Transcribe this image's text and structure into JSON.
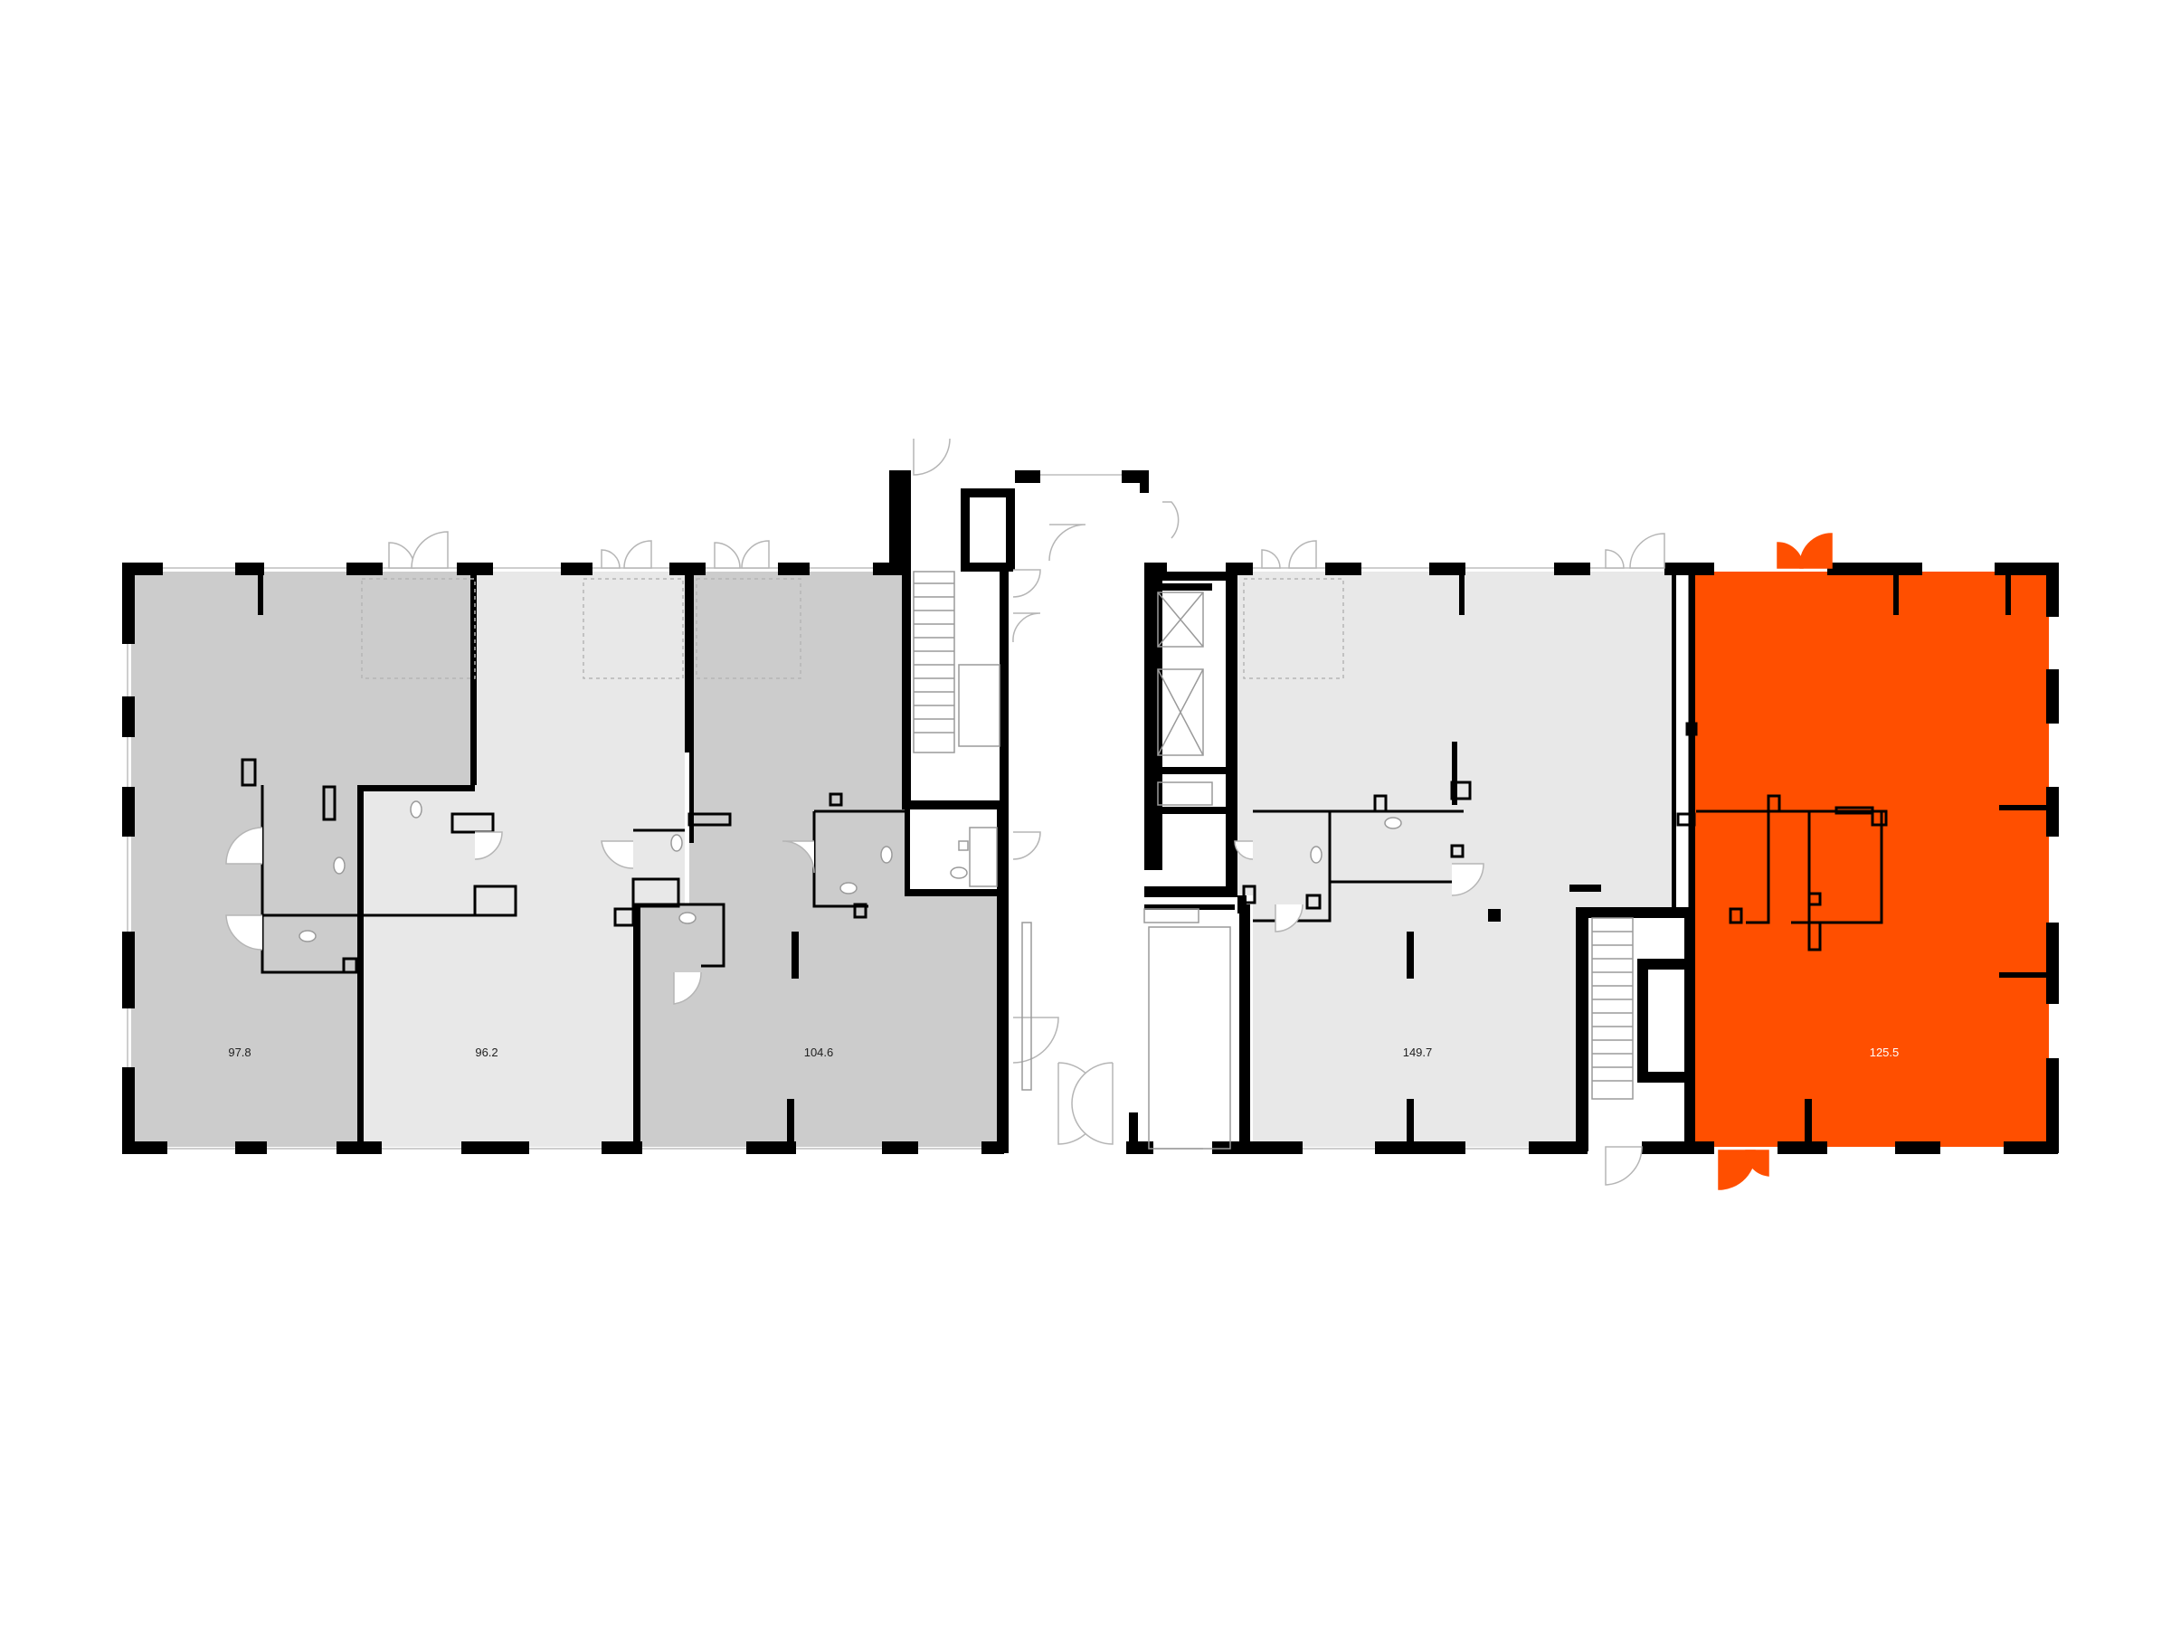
{
  "plan": {
    "colors": {
      "selected": "#FF4F00",
      "unit_dark": "#cccccc",
      "unit_light": "#e8e8e8",
      "wall": "#000000",
      "background": "#ffffff"
    },
    "units": [
      {
        "id": "unit-1",
        "area": "97.8",
        "shade": "dark",
        "selected": false
      },
      {
        "id": "unit-2",
        "area": "96.2",
        "shade": "light",
        "selected": false
      },
      {
        "id": "unit-3",
        "area": "104.6",
        "shade": "dark",
        "selected": false
      },
      {
        "id": "unit-4",
        "area": "149.7",
        "shade": "light",
        "selected": false
      },
      {
        "id": "unit-5",
        "area": "125.5",
        "shade": "selected",
        "selected": true
      }
    ]
  }
}
